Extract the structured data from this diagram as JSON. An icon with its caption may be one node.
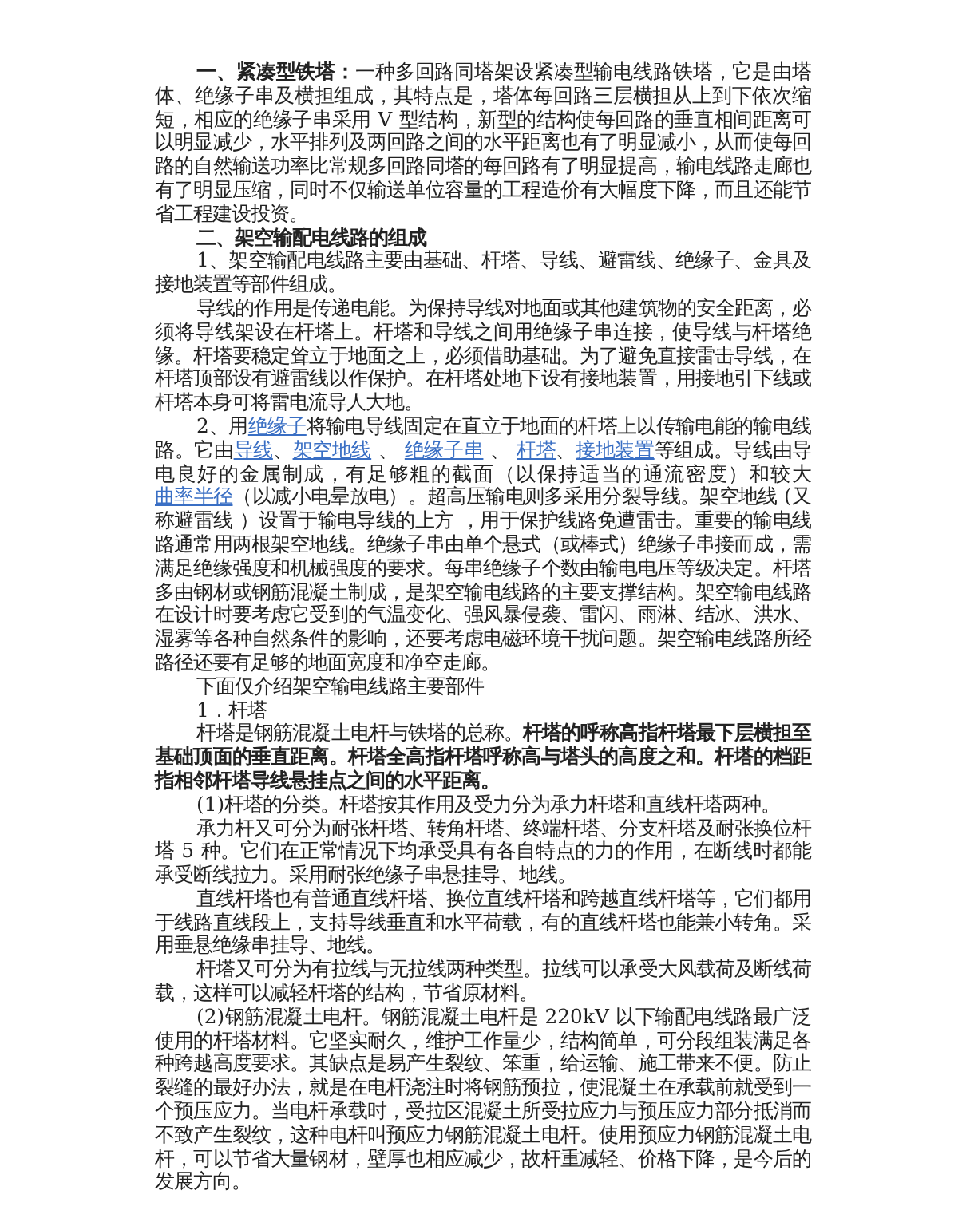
{
  "diagram": {
    "labels": [
      "**一、紧凑型铁塔：**一种多回路同塔架设紧凑型输电线路铁塔，它是由塔体、绝缘子串及横担组成，其特点是，塔体每回路三层横担从上到下依次缩短，相应的绝缘子串采用 V 型结构，新型的结构使每回路的垂直相间距离可以明显减少，水平排列及两回路之间的水平距离也有了明显减小，从而使每回路的自然输送功率比常规多回路同塔的每回路有了明显提高，输电线路走廊也有了明显压缩，同时不仅输送单位容量的工程造价有大幅度下降，而且还能节省工程建设投资。",
      "二、架空输配电线路的组成",
      "1、架空输配电线路主要由基础、杆塔、导线、避雷线、绝缘子、金具及接地装置等部件组成。",
      "导线的作用是传递电能。为保持导线对地面或其他建筑物的安全距离，必须将导线架设在杆塔上。杆塔和导线之间用绝缘子串连接，使导线与杆塔绝缘。杆塔要稳定耸立于地面之上，必须借助基础。为了避免直接雷击导线，在杆塔顶部设有避雷线以作保护。在杆塔处地下设有接地装置，用接地引下线或杆塔本身可将雷电流导人大地。",
      "2、用",
      "绝缘子",
      "将输电导线固定在直立于地面的杆塔上以传输电能的输电线路。它由",
      "导线",
      "、",
      "架空地线",
      " 、 ",
      "绝缘子串",
      " 、 ",
      "杆塔",
      "、",
      "接地装置",
      "等组成。导线由导电良好的金属制成，有足够粗的截面（以保持适当的通流密度）和较大 ",
      "曲率半径",
      "（以减小电晕放电）。超高压输电则多采用分裂导线。架空地线 (又称避雷线 ）设置于输电导线的上方 ，用于保护线路免遭雷击。重要的输电线路通常用两根架空地线。绝缘子串由单个悬式（或棒式）绝缘子串接而成，需满足绝缘强度和机械强度的要求。每串绝缘子个数由输电电压等级决定。杆塔多由钢材或钢筋混凝土制成，是架空输电线路的主要支撑结构。架空输电线路在设计时要考虑它受到的气温变化、强风暴侵袭、雷闪、雨淋、结冰、洪水、湿雾等各种自然条件的影响，还要考虑电磁环境干扰问题。架空输电线路所经路径还要有足够的地面宽度和净空走廊。",
      "下面仅介绍架空输电线路主要部件",
      "1．杆塔",
      "杆塔是钢筋混凝土电杆与铁塔的总称。**杆塔的呼称高指杆塔最下层横担至基础顶面的垂直距离。杆塔全高指杆塔呼称高与塔头的高度之和。杆塔的档距指相邻杆塔导线悬挂点之间的水平距离。**",
      "(1)杆塔的分类。杆塔按其作用及受力分为承力杆塔和直线杆塔两种。",
      "承力杆又可分为耐张杆塔、转角杆塔、终端杆塔、分支杆塔及耐张换位杆塔 5 种。它们在正常情况下均承受具有各自特点的力的作用，在断线时都能承受断线拉力。采用耐张绝缘子串悬挂导、地线。",
      "直线杆塔也有普通直线杆塔、换位直线杆塔和跨越直线杆塔等，它们都用于线路直线段上，支持导线垂直和水平荷载，有的直线杆塔也能兼小转角。采用垂悬绝缘串挂导、地线。",
      "杆塔又可分为有拉线与无拉线两种类型。拉线可以承受大风载荷及断线荷载，这样可以减轻杆塔的结构，节省原材料。",
      "(2)钢筋混凝土电杆。钢筋混凝土电杆是 220kV 以下输配电线路最广泛使用的杆塔材料。它坚实耐久，维护工作量少，结构简单，可分段组装满足各种跨越高度要求。其缺点是易产生裂纹、笨重，给运输、施工带来不便。防止裂缝的最好办法，就是在电杆浇注时将钢筋预拉，使混凝土在承载前就受到一个预压应力。当电杆承载时，受拉区混凝土所受拉应力与预压应力部分抵消而不致产生裂纹，这种电杆叫预应力钢筋混凝土电杆。使用预应力钢筋混凝土电杆，可以节省大量钢材，壁厚也相应减少，故杆重减轻、价格下降，是今后的发展方向。"
    ]
  }
}
